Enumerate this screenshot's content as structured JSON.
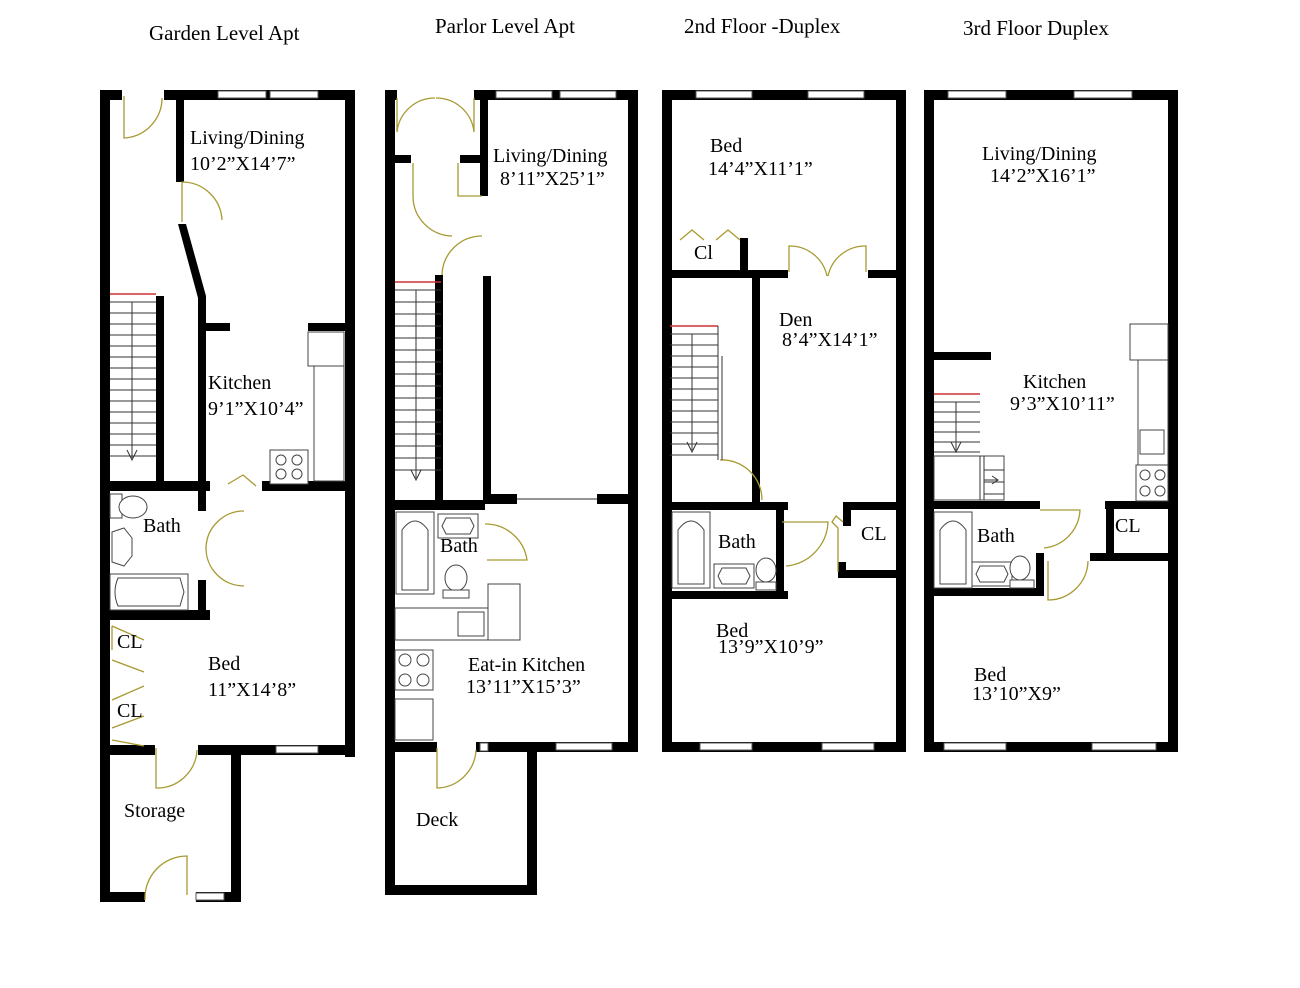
{
  "floors": {
    "garden": {
      "title": "Garden Level Apt",
      "rooms": {
        "living_name": "Living/Dining",
        "living_dim": "10’2”X14’7”",
        "kitchen_name": "Kitchen",
        "kitchen_dim": "9’1”X10’4”",
        "bath_name": "Bath",
        "cl1": "CL",
        "cl2": "CL",
        "bed_name": "Bed",
        "bed_dim": "11”X14’8”",
        "storage_name": "Storage"
      }
    },
    "parlor": {
      "title": "Parlor Level Apt",
      "rooms": {
        "living_name": "Living/Dining",
        "living_dim": "8’11”X25’1”",
        "bath_name": "Bath",
        "kitchen_name": "Eat-in Kitchen",
        "kitchen_dim": "13’11”X15’3”",
        "deck_name": "Deck"
      }
    },
    "second": {
      "title": "2nd Floor -Duplex",
      "rooms": {
        "bed1_name": "Bed",
        "bed1_dim": "14’4”X11’1”",
        "cl1": "Cl",
        "den_name": "Den",
        "den_dim": "8’4”X14’1”",
        "bath_name": "Bath",
        "cl2": "CL",
        "bed2_name": "Bed",
        "bed2_dim": "13’9”X10’9”"
      }
    },
    "third": {
      "title": "3rd Floor Duplex",
      "rooms": {
        "living_name": "Living/Dining",
        "living_dim": "14’2”X16’1”",
        "kitchen_name": "Kitchen",
        "kitchen_dim": "9’3”X10’11”",
        "bath_name": "Bath",
        "cl": "CL",
        "bed_name": "Bed",
        "bed_dim": "13’10”X9”"
      }
    }
  },
  "colors": {
    "wall": "#000000",
    "door_swing": "#a89a32",
    "stair_top": "#d03030"
  }
}
